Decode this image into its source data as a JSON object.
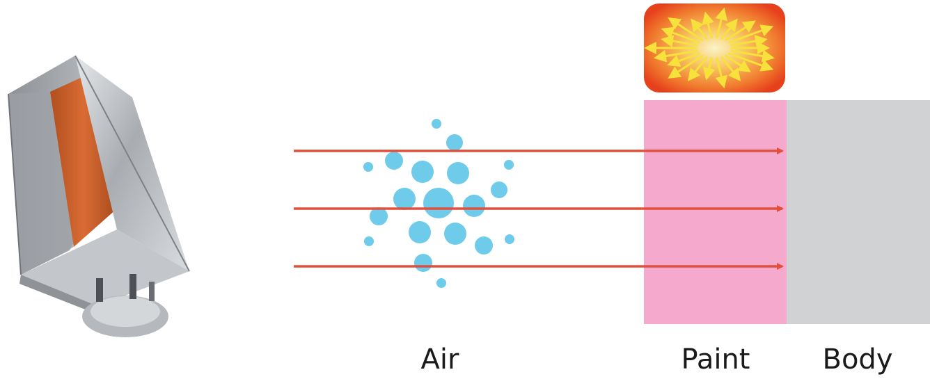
{
  "labels": {
    "air": "Air",
    "paint": "Paint",
    "body": "Body"
  },
  "colors": {
    "paint_layer": "#f5a9cc",
    "body_layer": "#d1d2d4",
    "ray": "#e0503c",
    "air_particle": "#6ecbe9",
    "heater_element": "#c9602a",
    "heater_housing": "#b8bcc1",
    "heat_glow_center": "#f8e9a0",
    "heat_glow_edge": "#e8461e",
    "heat_arrow": "#f6e23a"
  },
  "icons": {
    "heater": "infrared-heater-icon",
    "heat_source": "heat-radiation-icon"
  }
}
